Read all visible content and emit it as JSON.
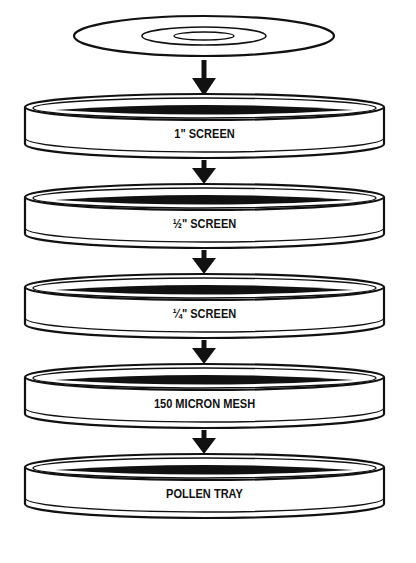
{
  "diagram": {
    "nodes": [
      {
        "text": [
          "1\" SCREEN"
        ]
      },
      {
        "text": [
          "½\" SCREEN"
        ]
      },
      {
        "text": [
          "¼\" SCREEN"
        ]
      },
      {
        "text": [
          "150 MICRON MESH"
        ]
      },
      {
        "text": [
          "POLLEN TRAY"
        ]
      }
    ],
    "edges": [
      {
        "from": 0,
        "to": 1,
        "arrow": "to"
      },
      {
        "from": 1,
        "to": 2,
        "arrow": "to"
      },
      {
        "from": 2,
        "to": 3,
        "arrow": "to"
      },
      {
        "from": 3,
        "to": 4,
        "arrow": "to"
      }
    ]
  }
}
